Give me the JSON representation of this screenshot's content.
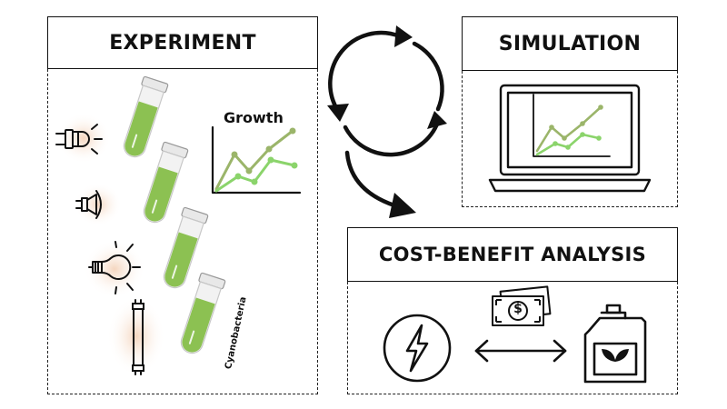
{
  "experiment": {
    "title": "EXPERIMENT",
    "growth_label": "Growth",
    "tube_label": "Cyanobacteria"
  },
  "simulation": {
    "title": "SIMULATION"
  },
  "cost_benefit": {
    "title": "COST-BENEFIT ANALYSIS",
    "currency_symbol": "$"
  },
  "colors": {
    "outline": "#111111",
    "liquid_green": "#8cc152",
    "line_dark_green": "#9bb56a",
    "line_light_green": "#8bd46b",
    "light_glow": "#f6dcc8"
  }
}
